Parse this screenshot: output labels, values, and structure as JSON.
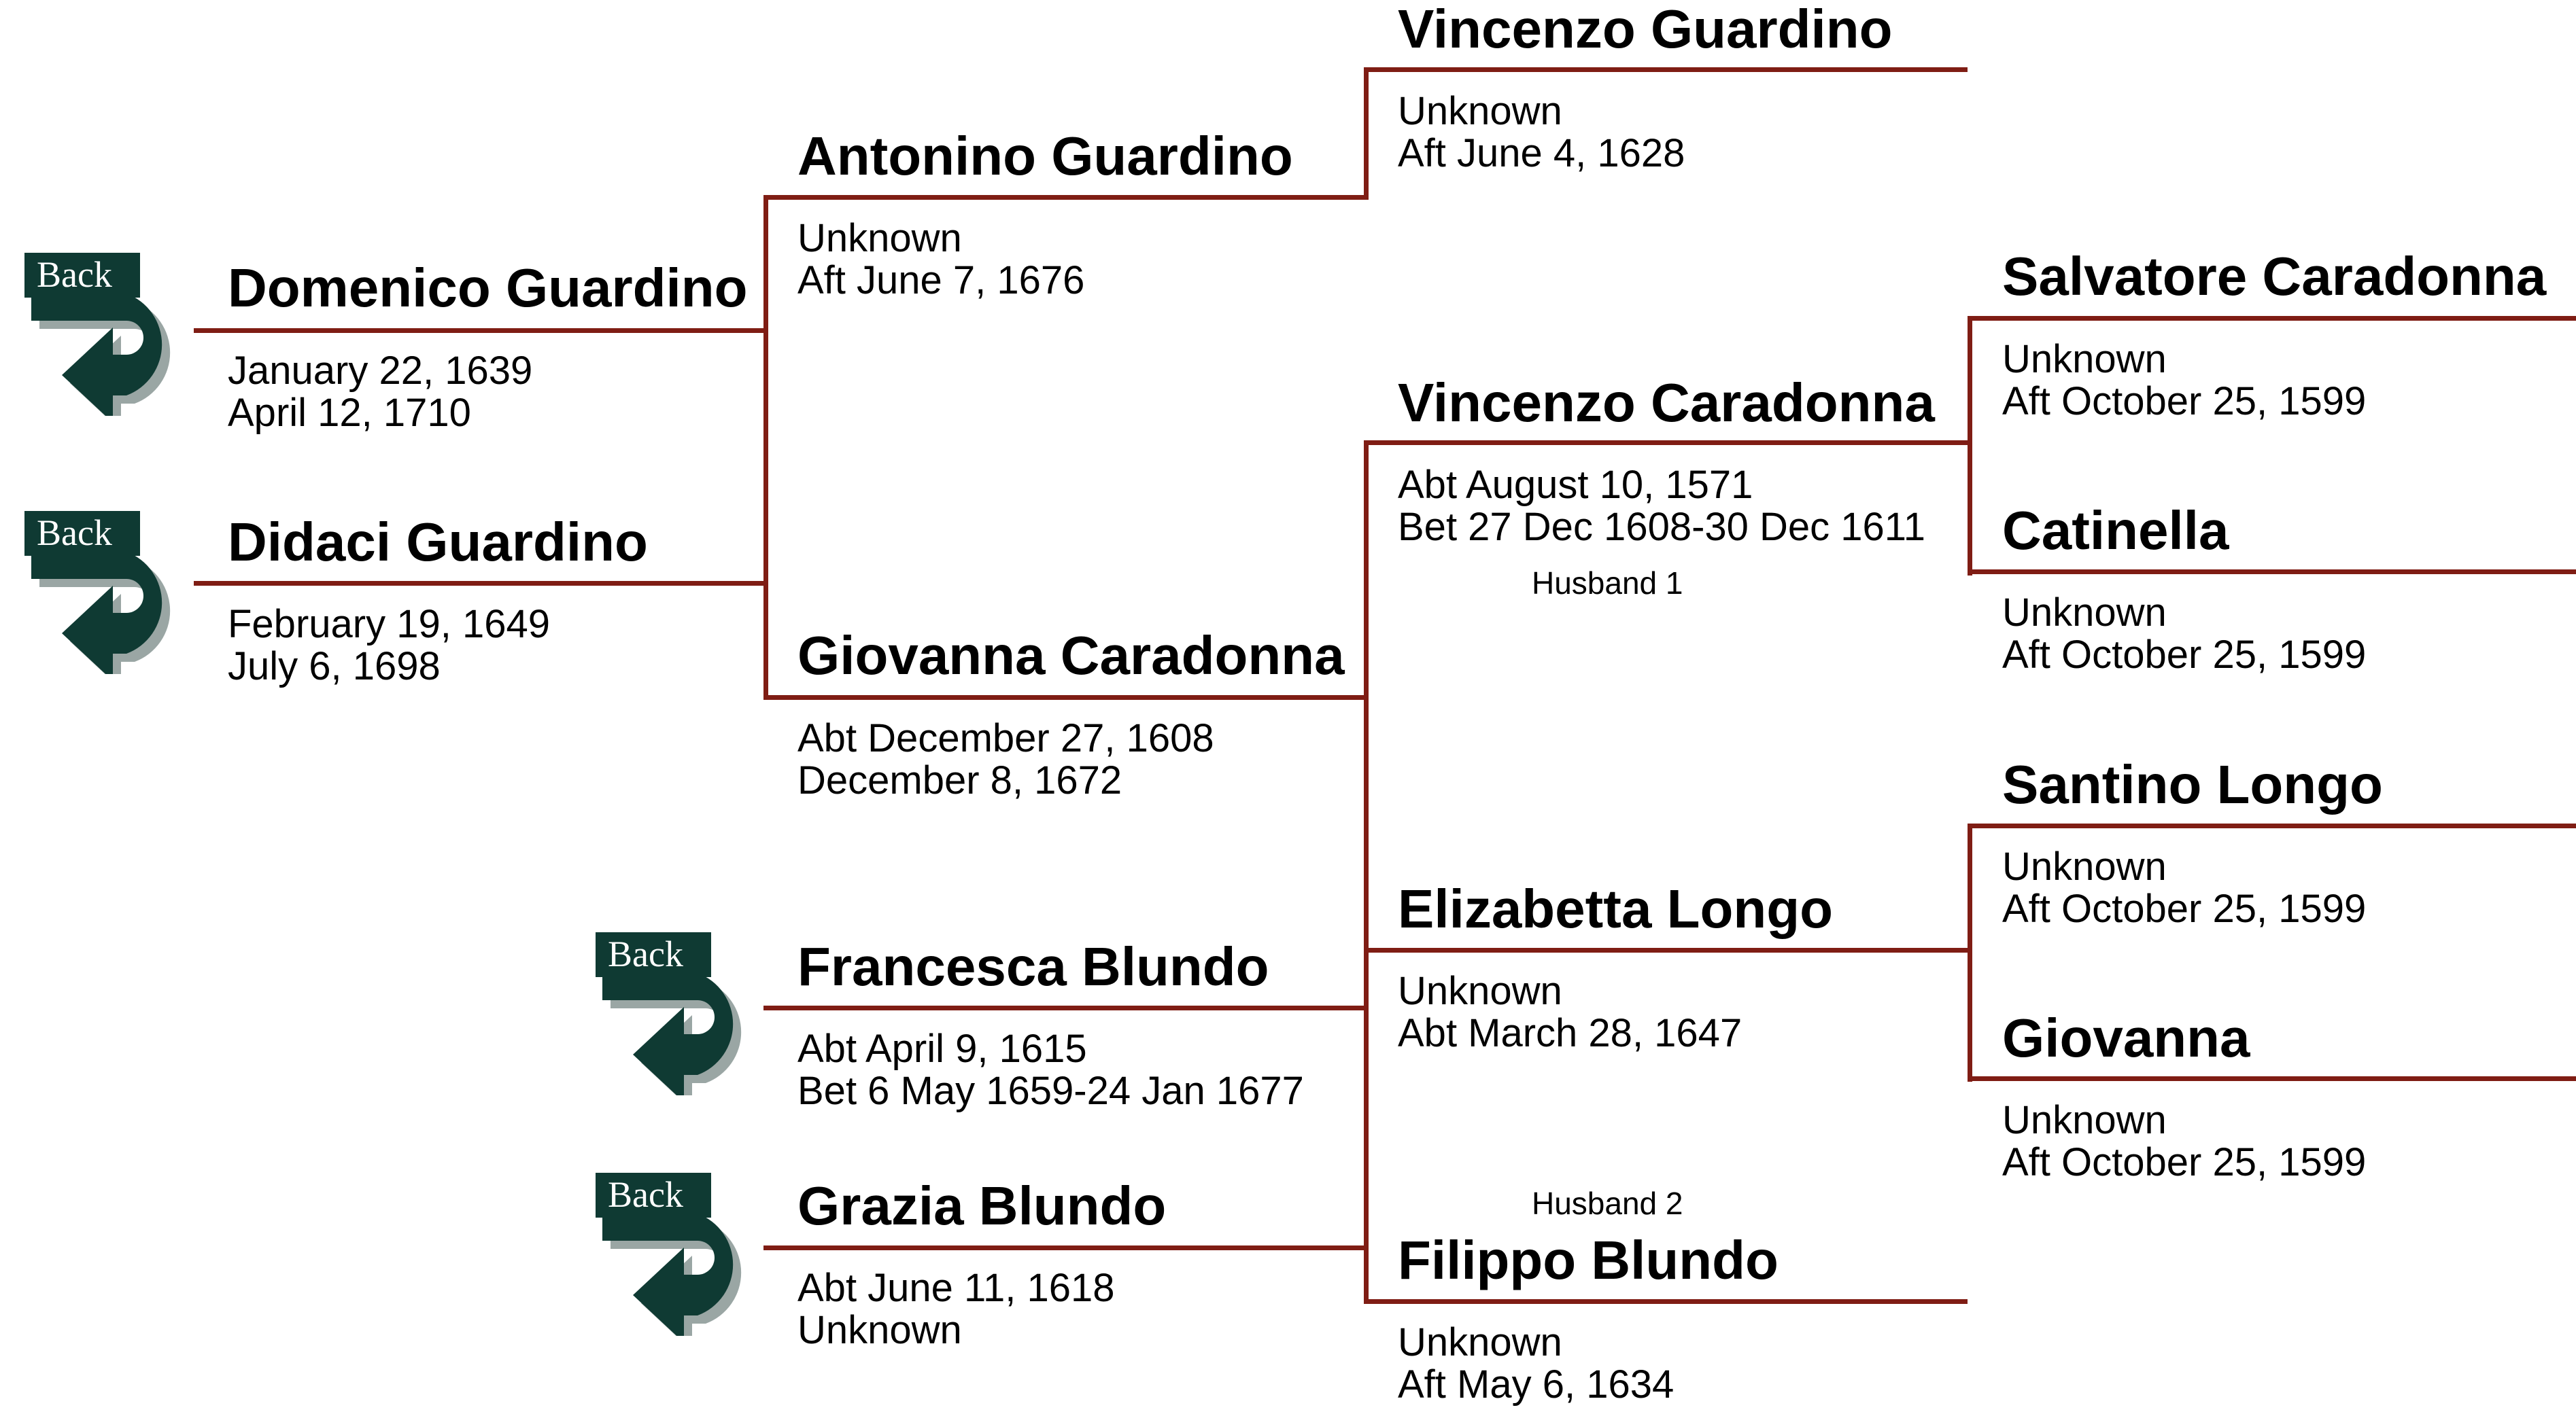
{
  "back_label": "Back",
  "colors": {
    "line": "#7f1d14",
    "arrow": "#0f3a33",
    "arrow_shadow": "#9aa6a4",
    "label_bg": "#0f3a33",
    "label_text": "#ffffff"
  },
  "subject1": {
    "name": "Domenico Guardino",
    "birth": "January 22, 1639",
    "death": "April 12, 1710"
  },
  "subject2": {
    "name": "Didaci Guardino",
    "birth": "February 19, 1649",
    "death": "July 6, 1698"
  },
  "father": {
    "name": "Antonino Guardino",
    "birth": "Unknown",
    "death": "Aft  June 7, 1676"
  },
  "mother": {
    "name": "Giovanna Caradonna",
    "birth": "Abt December 27, 1608",
    "death": "December 8, 1672"
  },
  "paternal_grandfather": {
    "name": "Vincenzo Guardino",
    "birth": "Unknown",
    "death": "Aft  June 4, 1628"
  },
  "maternal_grandfather": {
    "name": "Vincenzo Caradonna",
    "birth": "Abt August 10, 1571",
    "death": "Bet  27 Dec 1608-30 Dec 1611",
    "relation": "Husband 1"
  },
  "maternal_grandmother": {
    "name": "Elizabetta Longo",
    "birth": "Unknown",
    "death": "Abt March 28, 1647",
    "relation": "Husband 2"
  },
  "half_sibling1": {
    "name": "Francesca Blundo",
    "birth": "Abt April 9, 1615",
    "death": "Bet 6 May 1659-24 Jan 1677"
  },
  "half_sibling2": {
    "name": "Grazia Blundo",
    "birth": "Abt June 11, 1618",
    "death": "Unknown"
  },
  "second_husband": {
    "name": "Filippo Blundo",
    "birth": "Unknown",
    "death": "Aft  May 6, 1634"
  },
  "gg1": {
    "name": "Salvatore Caradonna",
    "birth": "Unknown",
    "death": "Aft  October 25, 1599"
  },
  "gg2": {
    "name": "Catinella",
    "birth": "Unknown",
    "death": "Aft  October 25, 1599"
  },
  "gg3": {
    "name": "Santino Longo",
    "birth": "Unknown",
    "death": "Aft  October 25, 1599"
  },
  "gg4": {
    "name": "Giovanna",
    "birth": "Unknown",
    "death": "Aft  October 25, 1599"
  }
}
